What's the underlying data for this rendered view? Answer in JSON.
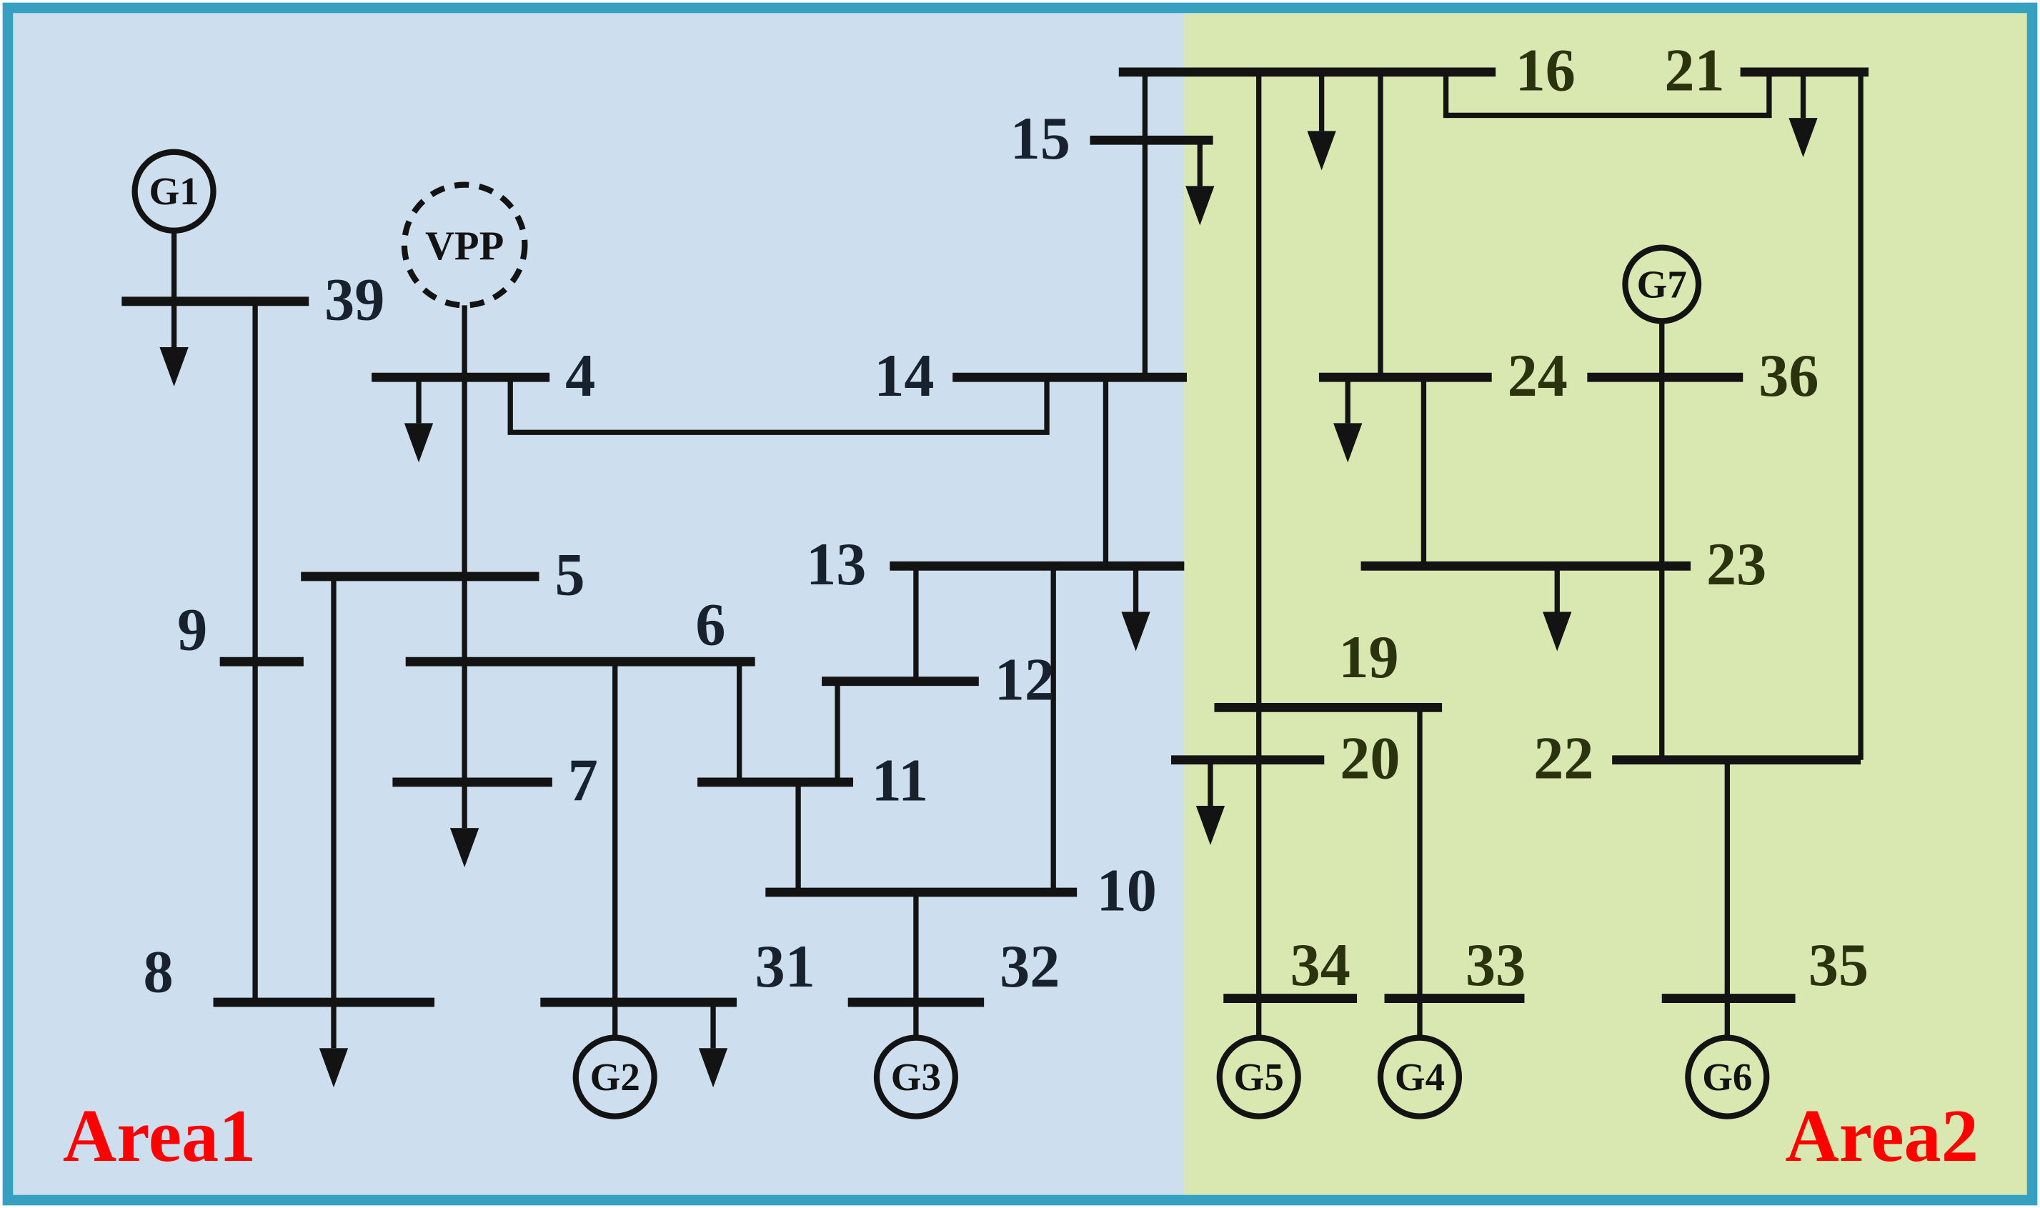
{
  "colors": {
    "border": "#35a0bf",
    "area1_bg": "#cddeef",
    "area2_bg": "#d9e7b0",
    "area_label": "#ff0000",
    "ink": "#131313"
  },
  "areas": {
    "area1": "Area1",
    "area2": "Area2"
  },
  "vpp_label": "VPP",
  "generators": {
    "g1": "G1",
    "g2": "G2",
    "g3": "G3",
    "g4": "G4",
    "g5": "G5",
    "g6": "G6",
    "g7": "G7"
  },
  "buses": {
    "b4": "4",
    "b5": "5",
    "b6": "6",
    "b7": "7",
    "b8": "8",
    "b9": "9",
    "b10": "10",
    "b11": "11",
    "b12": "12",
    "b13": "13",
    "b14": "14",
    "b15": "15",
    "b16": "16",
    "b19": "19",
    "b20": "20",
    "b21": "21",
    "b22": "22",
    "b23": "23",
    "b24": "24",
    "b31": "31",
    "b32": "32",
    "b33": "33",
    "b34": "34",
    "b35": "35",
    "b36": "36",
    "b39": "39"
  }
}
